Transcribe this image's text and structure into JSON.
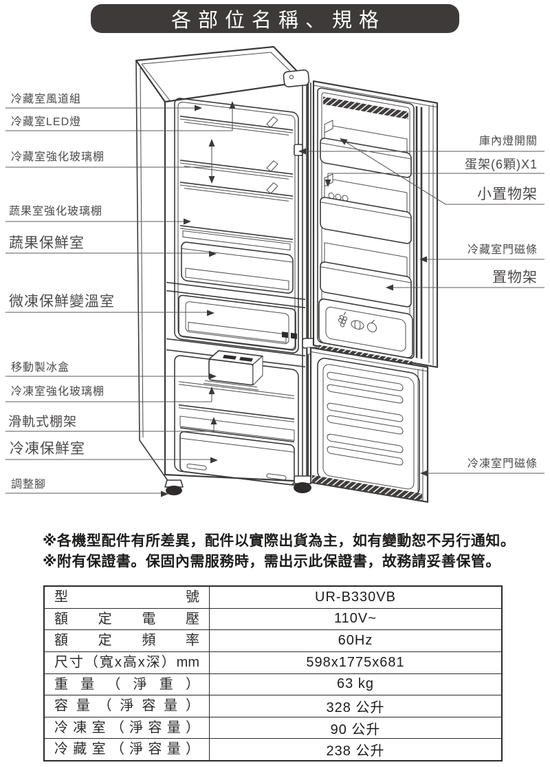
{
  "title": "各部位名稱、規格",
  "diagram": {
    "left_labels": [
      "冷藏室風道組",
      "冷藏室LED燈",
      "冷藏室強化玻璃棚",
      "蔬果室強化玻璃棚",
      "蔬果保鮮室",
      "微凍保鮮變溫室",
      "移動製冰盒",
      "冷凍室強化玻璃棚",
      "滑軌式棚架",
      "冷凍保鮮室",
      "調整腳"
    ],
    "right_labels": [
      "庫內燈開關",
      "蛋架(6顆)X1",
      "小置物架",
      "冷藏室門磁條",
      "置物架",
      "冷凍室門磁條"
    ]
  },
  "notes": [
    "※各機型配件有所差異，配件以實際出貨為主，如有變動恕不另行通知。",
    "※附有保證書。保固內需服務時，需出示此保證書，故務請妥善保管。"
  ],
  "spec_table": {
    "rows": [
      {
        "label": "型號",
        "value": "UR-B330VB"
      },
      {
        "label": "額定電壓",
        "value": "110V~"
      },
      {
        "label": "額定頻率",
        "value": "60Hz"
      },
      {
        "label": "尺寸（寬x高x深）mm",
        "value": "598x1775x681"
      },
      {
        "label": "重量（淨重）",
        "value": "63 kg"
      },
      {
        "label": "容量（淨容量）",
        "value": "328 公升"
      },
      {
        "label": "冷凍室（淨容量）",
        "value": "90 公升"
      },
      {
        "label": "冷藏室（淨容量）",
        "value": "238 公升"
      }
    ]
  },
  "colors": {
    "banner_bg": "#3e3a39",
    "banner_text": "#ffffff",
    "line": "#3a3a39"
  }
}
